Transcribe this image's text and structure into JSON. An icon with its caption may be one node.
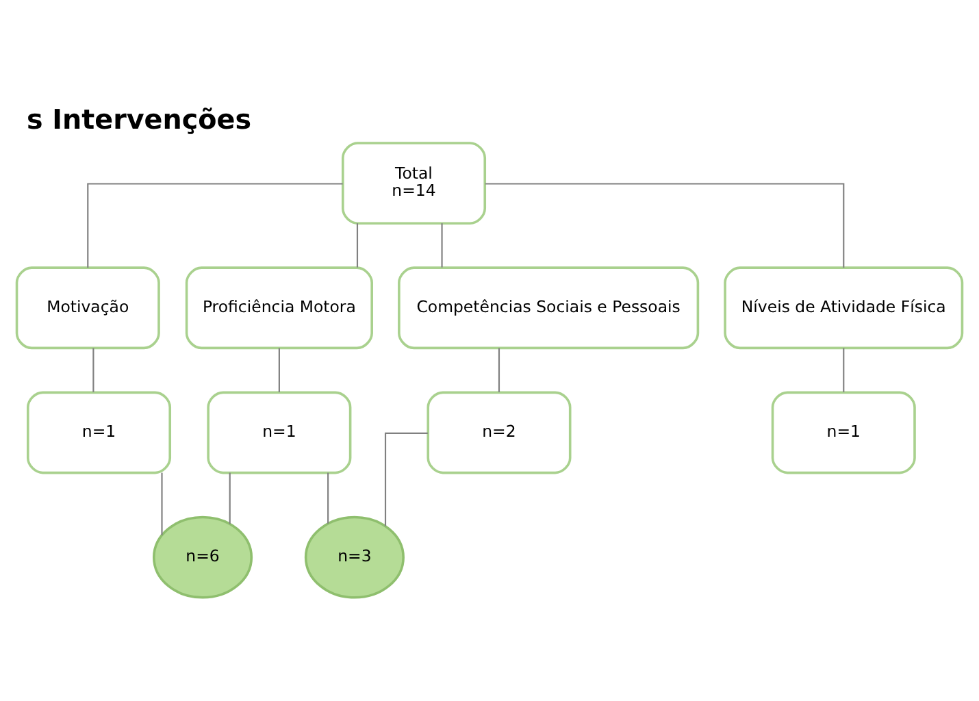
{
  "diagram": {
    "title": "s Intervenções",
    "nodes": [
      {
        "text": [
          "Total",
          "n=14"
        ]
      },
      {
        "text": [
          "Motivação"
        ]
      },
      {
        "text": [
          "Proficiência Motora"
        ]
      },
      {
        "text": [
          "Competências Sociais e Pessoais"
        ]
      },
      {
        "text": [
          "Níveis de Atividade Física"
        ]
      },
      {
        "text": [
          "n=1"
        ]
      },
      {
        "text": [
          "n=1"
        ]
      },
      {
        "text": [
          "n=2"
        ]
      },
      {
        "text": [
          "n=1"
        ]
      },
      {
        "text": [
          "n=6"
        ]
      },
      {
        "text": [
          "n=3"
        ]
      }
    ],
    "edges": [
      {
        "from": 0,
        "to": 1,
        "arrow": "none"
      },
      {
        "from": 0,
        "to": 2,
        "arrow": "none"
      },
      {
        "from": 0,
        "to": 3,
        "arrow": "none"
      },
      {
        "from": 0,
        "to": 4,
        "arrow": "none"
      },
      {
        "from": 1,
        "to": 5,
        "arrow": "none"
      },
      {
        "from": 2,
        "to": 6,
        "arrow": "none"
      },
      {
        "from": 3,
        "to": 7,
        "arrow": "none"
      },
      {
        "from": 4,
        "to": 8,
        "arrow": "none"
      },
      {
        "from": 5,
        "to": 9,
        "arrow": "none"
      },
      {
        "from": 6,
        "to": 9,
        "arrow": "none"
      },
      {
        "from": 6,
        "to": 10,
        "arrow": "none"
      },
      {
        "from": 7,
        "to": 10,
        "arrow": "none"
      }
    ]
  }
}
